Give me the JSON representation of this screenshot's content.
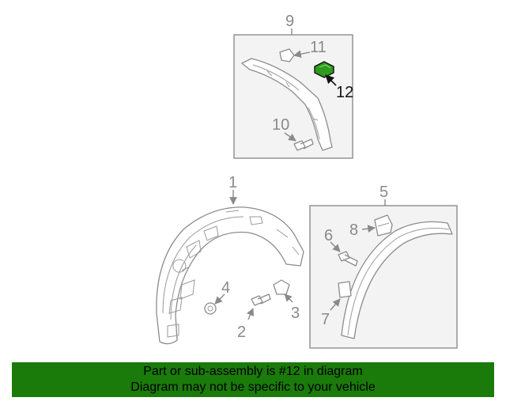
{
  "callouts": [
    "1",
    "2",
    "3",
    "4",
    "5",
    "6",
    "7",
    "8",
    "9",
    "10",
    "11",
    "12"
  ],
  "highlighted_part": "12",
  "colors": {
    "highlight": "#2e9a1e",
    "banner": "#1a7a0a",
    "panel": "#f3f3f3",
    "line": "#8c8c8c"
  },
  "banner": {
    "line1": "Part or sub-assembly is #12 in diagram",
    "line2": "Diagram may not be specific to your vehicle"
  }
}
